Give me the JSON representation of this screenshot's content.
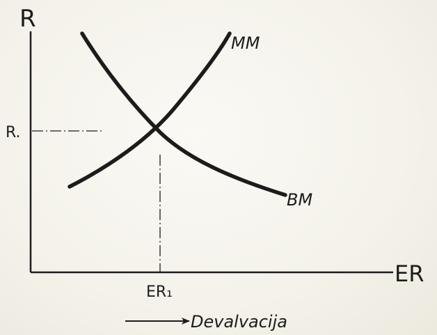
{
  "axes": {
    "y_label": "R",
    "x_label": "ER"
  },
  "equilibrium": {
    "y_tick_label": "R.",
    "x_tick_label": "ER₁"
  },
  "curves": {
    "rising": {
      "label": "MM"
    },
    "falling": {
      "label": "BM"
    }
  },
  "caption": {
    "arrow_text": "Devalvacija"
  },
  "colors": {
    "ink": "#1c1c1c",
    "paper": "#f6f4ee"
  }
}
